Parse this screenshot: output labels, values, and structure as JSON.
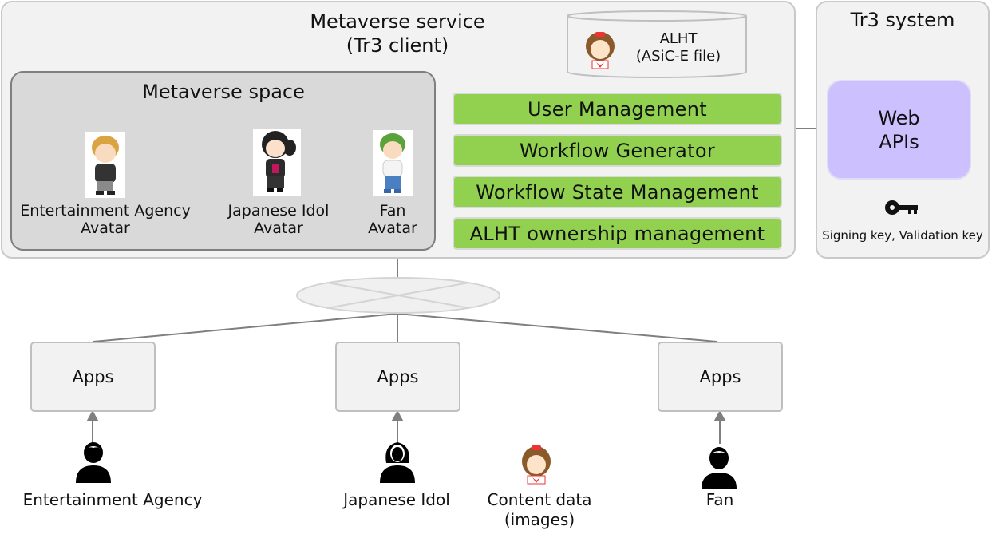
{
  "metaverse_service": {
    "title_line1": "Metaverse service",
    "title_line2": "(Tr3 client)"
  },
  "alht_file": {
    "line1": "ALHT",
    "line2": "(ASiC-E file)"
  },
  "metaverse_space": {
    "title": "Metaverse space",
    "avatars": [
      {
        "line1": "Entertainment Agency",
        "line2": "Avatar"
      },
      {
        "line1": "Japanese Idol",
        "line2": "Avatar"
      },
      {
        "line1": "Fan",
        "line2": "Avatar"
      }
    ]
  },
  "modules": [
    "User Management",
    "Workflow Generator",
    "Workflow State Management",
    "ALHT ownership management"
  ],
  "tr3_system": {
    "title": "Tr3 system",
    "web_apis_line1": "Web",
    "web_apis_line2": "APIs",
    "keys_label": "Signing key, Validation key"
  },
  "apps": [
    "Apps",
    "Apps",
    "Apps"
  ],
  "users": [
    "Entertainment Agency",
    "Japanese Idol",
    "Fan"
  ],
  "content_data": {
    "line1": "Content data",
    "line2": "(images)"
  },
  "colors": {
    "module_green": "#92d050",
    "web_api_purple": "#ccc0ff",
    "panel_gray": "#f2f2f2",
    "space_gray": "#d9d9d9"
  }
}
